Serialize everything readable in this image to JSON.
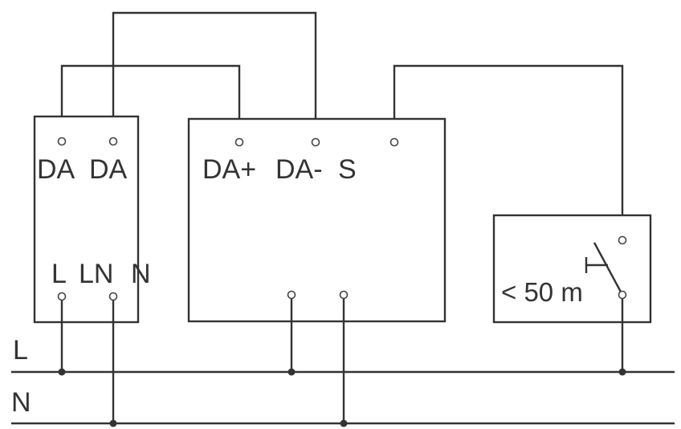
{
  "device_left": {
    "terminals_top": [
      "DA",
      "DA"
    ],
    "terminals_bottom": [
      "L",
      "LN",
      "N"
    ]
  },
  "device_center": {
    "terminals_top": [
      "DA+",
      "DA-",
      "S"
    ]
  },
  "device_right": {
    "distance_label": "< 50 m"
  },
  "bus_lines": {
    "line_label": "L",
    "neutral_label": "N"
  },
  "colors": {
    "stroke": "#333333",
    "background": "#ffffff"
  }
}
